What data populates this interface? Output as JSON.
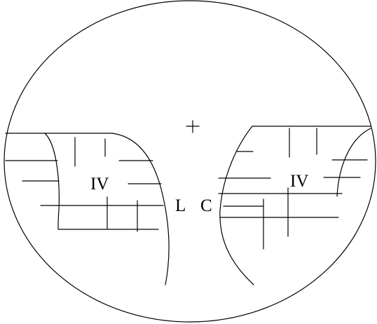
{
  "labels": {
    "left_region": "IV",
    "right_region": "IV",
    "left_side": "L",
    "right_side": "C"
  }
}
